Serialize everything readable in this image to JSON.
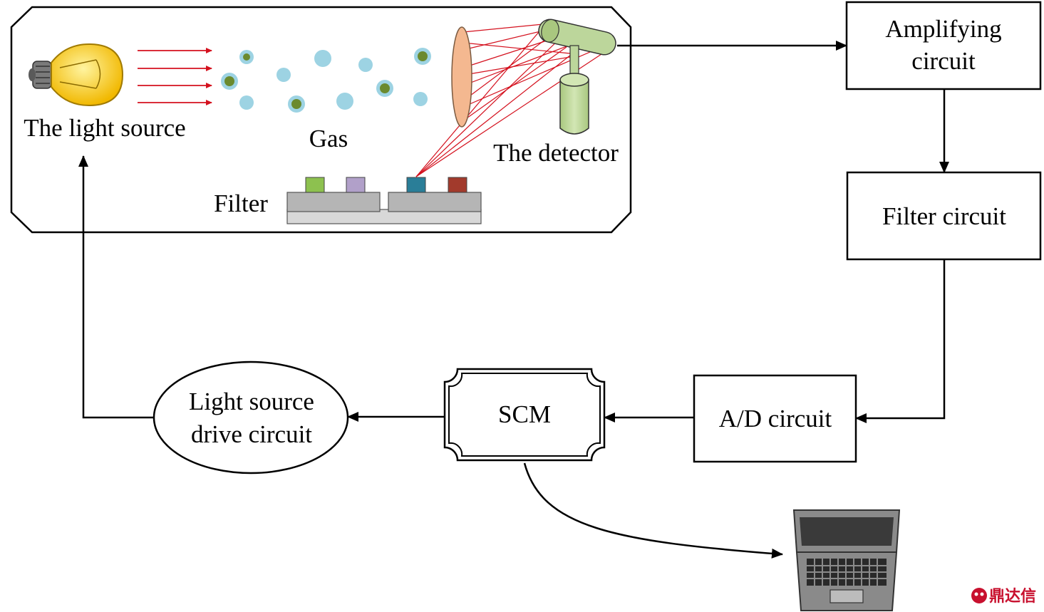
{
  "labels": {
    "light_source": "The light source",
    "gas": "Gas",
    "detector": "The detector",
    "filter": "Filter",
    "amplifying_line1": "Amplifying",
    "amplifying_line2": "circuit",
    "filter_circuit": "Filter circuit",
    "ad_circuit": "A/D circuit",
    "scm": "SCM",
    "drive_line1": "Light source",
    "drive_line2": "drive circuit"
  },
  "watermark": "鼎达信",
  "colors": {
    "bulb_glass": "#ffd21a",
    "bulb_base": "#707070",
    "light_ray": "#d4111e",
    "gas_particle": "#9dd3e3",
    "gas_core": "#6b8a2e",
    "lens": "#f4b890",
    "detector": "#bcd69b",
    "filter_green": "#8dc14f",
    "filter_purple": "#b1a0c9",
    "filter_teal": "#2a7e98",
    "filter_red": "#a23a2c",
    "filter_plate": "#b5b5b5",
    "laptop_screen": "#3a3a3a",
    "laptop_body": "#8a8a8a"
  }
}
